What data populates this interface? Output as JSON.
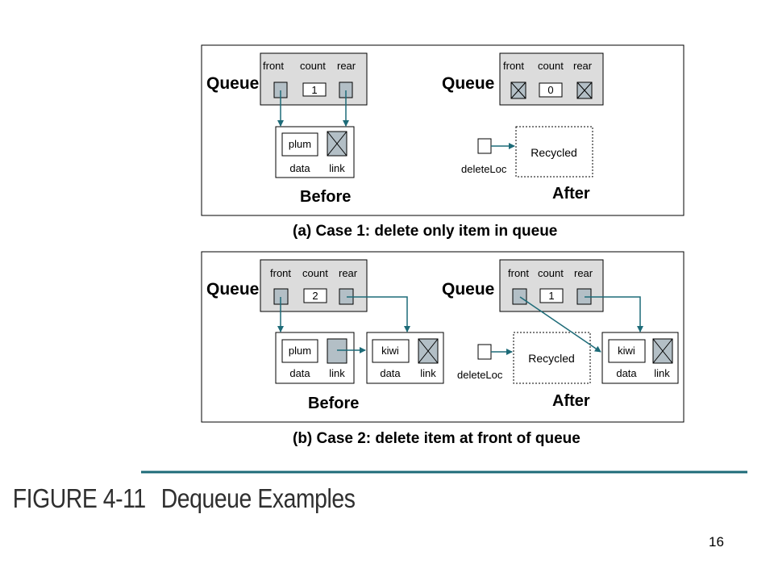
{
  "colors": {
    "panel_fill": "#dcdcdc",
    "box_fill": "#ffffff",
    "pointer_fill": "#b3bfc6",
    "arrow": "#1d6b78",
    "rule": "#1d6b78",
    "line": "#000000"
  },
  "diagram": {
    "case1": {
      "caption": "(a) Case 1: delete only item in queue",
      "before": {
        "label": "Before",
        "queue_label": "Queue",
        "front": "front",
        "count_label": "count",
        "rear": "rear",
        "count_value": "1",
        "node": {
          "data": "plum",
          "data_label": "data",
          "link_label": "link"
        }
      },
      "after": {
        "label": "After",
        "queue_label": "Queue",
        "front": "front",
        "count_label": "count",
        "rear": "rear",
        "count_value": "0",
        "deleteLoc": "deleteLoc",
        "recycled": "Recycled"
      }
    },
    "case2": {
      "caption": "(b) Case 2: delete item at front of queue",
      "before": {
        "label": "Before",
        "queue_label": "Queue",
        "front": "front",
        "count_label": "count",
        "rear": "rear",
        "count_value": "2",
        "node1": {
          "data": "plum",
          "data_label": "data",
          "link_label": "link"
        },
        "node2": {
          "data": "kiwi",
          "data_label": "data",
          "link_label": "link"
        }
      },
      "after": {
        "label": "After",
        "queue_label": "Queue",
        "front": "front",
        "count_label": "count",
        "rear": "rear",
        "count_value": "1",
        "deleteLoc": "deleteLoc",
        "recycled": "Recycled",
        "node": {
          "data": "kiwi",
          "data_label": "data",
          "link_label": "link"
        }
      }
    }
  },
  "figure": {
    "number": "FIGURE 4-11",
    "title": "Dequeue Examples"
  },
  "page_number": "16"
}
